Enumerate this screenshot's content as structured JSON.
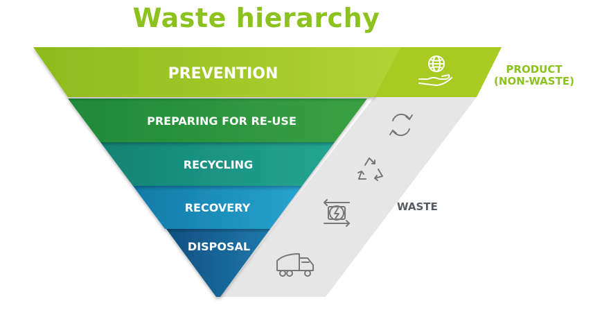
{
  "title": "Waste hierarchy",
  "levels": [
    {
      "label": "PREVENTION",
      "color": "#a8ca22"
    },
    {
      "label": "PREPARING FOR RE-USE",
      "color": "#2f9a3c"
    },
    {
      "label": "RECYCLING",
      "color": "#1f9a8a"
    },
    {
      "label": "RECOVERY",
      "color": "#1f8fc1"
    },
    {
      "label": "DISPOSAL",
      "color": "#1e6a9e"
    }
  ],
  "side_labels": {
    "product_line1": "PRODUCT",
    "product_line2": "(NON-WASTE)",
    "waste": "WASTE"
  },
  "icons": [
    "globe-in-hand-icon",
    "circular-arrows-icon",
    "recycle-icon",
    "energy-recovery-icon",
    "garbage-truck-icon"
  ],
  "colors": {
    "title": "#8cc21e",
    "waste_band": "#e8e8e8",
    "product_band": "#a8ca22"
  }
}
